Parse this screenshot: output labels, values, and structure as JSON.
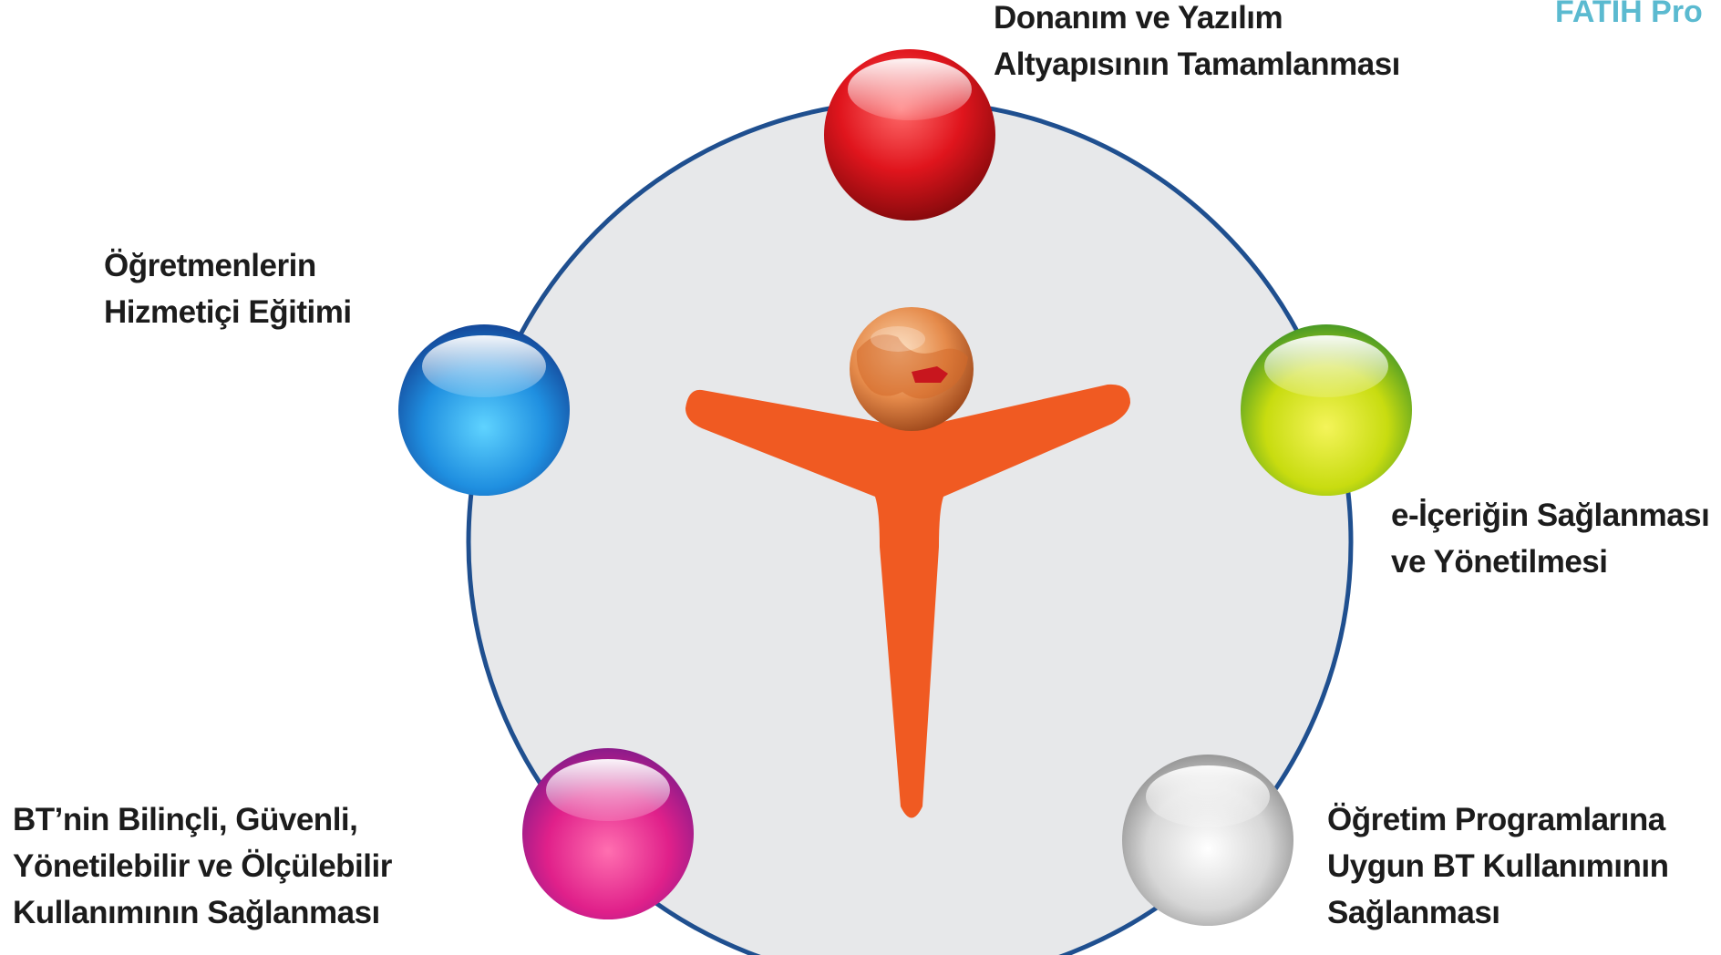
{
  "header": {
    "corner_title": "FATİH Pro"
  },
  "components": [
    {
      "id": "hardware",
      "color": "#d8141c",
      "lines": [
        "Donanım ve Yazılım",
        "Altyapısının Tamamlanması"
      ]
    },
    {
      "id": "teachers",
      "color": "#1f8fe0",
      "lines": [
        "Öğretmenlerin",
        "Hizmetiçi Eğitimi"
      ]
    },
    {
      "id": "econtent",
      "color": "#c8dc10",
      "lines": [
        "e-İçeriğin Sağlanması",
        "ve Yönetilmesi"
      ]
    },
    {
      "id": "it-usage",
      "color": "#e0208a",
      "lines": [
        "BT’nin Bilinçli, Güvenli,",
        "Yönetilebilir ve Ölçülebilir",
        "Kullanımının Sağlanması"
      ]
    },
    {
      "id": "curriculum",
      "color": "#b8b8b8",
      "lines": [
        "Öğretim Programlarına",
        "Uygun BT Kullanımının",
        "Sağlanması"
      ]
    }
  ],
  "colors": {
    "circle_fill": "#e7e8ea",
    "circle_stroke": "#1f4f8f",
    "figure": "#f05a22",
    "globe": "#e07a40"
  }
}
